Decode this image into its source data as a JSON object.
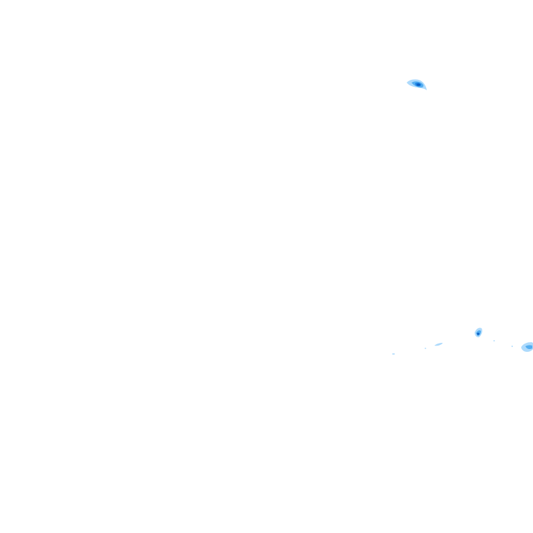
{
  "map": {
    "background": "#ffffff",
    "palette": {
      "light": "#9fd4fb",
      "medium": "#4aa8f0",
      "strong": "#1a7fe0",
      "core": "#0a5cc2"
    },
    "echo_intensities": [
      "light",
      "medium",
      "strong",
      "core"
    ]
  }
}
